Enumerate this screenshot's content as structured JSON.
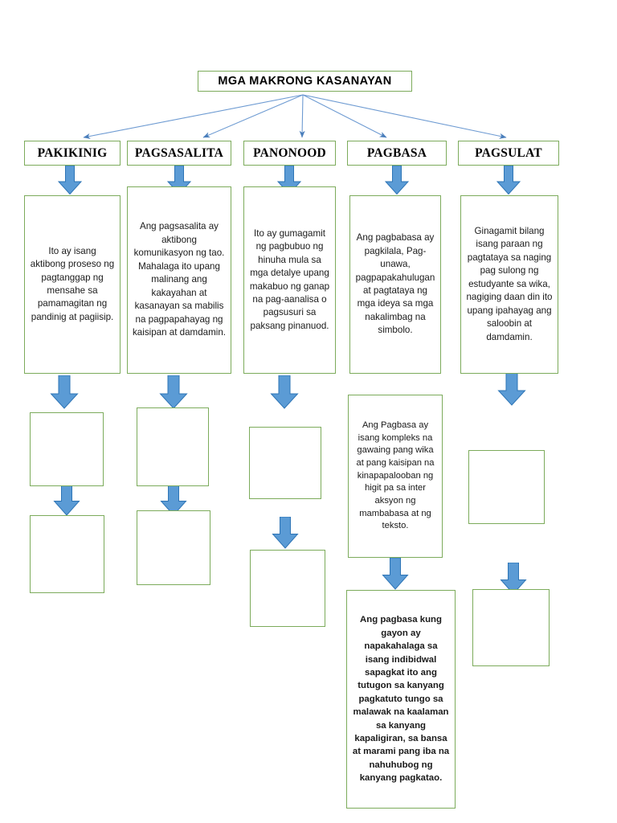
{
  "diagram": {
    "title": "MGA  MAKRONG KASANAYAN",
    "palette": {
      "box_border_green": "#7CAB5B",
      "arrow_fill_blue": "#5B9BD5",
      "arrow_stroke_blue": "#2E75B6",
      "connector_blue": "#4A7EBB",
      "text_black": "#000000",
      "background": "#FFFFFF"
    },
    "columns": [
      {
        "key": "pakikinig",
        "header": "PAKIKINIG",
        "description": "Ito ay isang aktibong proseso ng pagtanggap ng mensahe sa pamamagitan ng pandinig at pagiisip.",
        "empty_boxes": 2
      },
      {
        "key": "pagsasalita",
        "header": "PAGSASALITA",
        "description": "Ang pagsasalita ay aktibong komunikasyon ng tao. Mahalaga ito upang malinang ang kakayahan at kasanayan sa mabilis na pagpapahayag ng kaisipan at damdamin.",
        "empty_boxes": 2
      },
      {
        "key": "panonood",
        "header": "PANONOOD",
        "description": "Ito ay gumagamit ng pagbubuo ng hinuha mula sa mga detalye upang makabuo ng ganap na pag-aanalisa o pagsusuri sa paksang pinanuod.",
        "empty_boxes": 2
      },
      {
        "key": "pagbasa",
        "header": "PAGBASA",
        "description": "Ang pagbabasa ay pagkilala, Pag-unawa, pagpapakahulugan at pagtataya ng mga ideya sa mga nakalimbag na simbolo.",
        "description_2": "Ang Pagbasa ay isang kompleks na gawaing pang wika at pang kaisipan na kinapapalooban ng higit pa sa inter aksyon ng mambabasa at ng teksto.",
        "description_3": "Ang pagbasa kung gayon ay napakahalaga sa isang indibidwal sapagkat ito ang tutugon sa kanyang pagkatuto tungo sa malawak na kaalaman sa kanyang kapaligiran, sa bansa at marami pang iba na nahuhubog ng kanyang pagkatao.",
        "empty_boxes": 0
      },
      {
        "key": "pagsulat",
        "header": "PAGSULAT",
        "description": "Ginagamit bilang isang paraan ng pagtataya sa naging pag sulong ng estudyante sa wika, nagiging daan din ito upang ipahayag ang saloobin at damdamin.",
        "empty_boxes": 2
      }
    ]
  }
}
